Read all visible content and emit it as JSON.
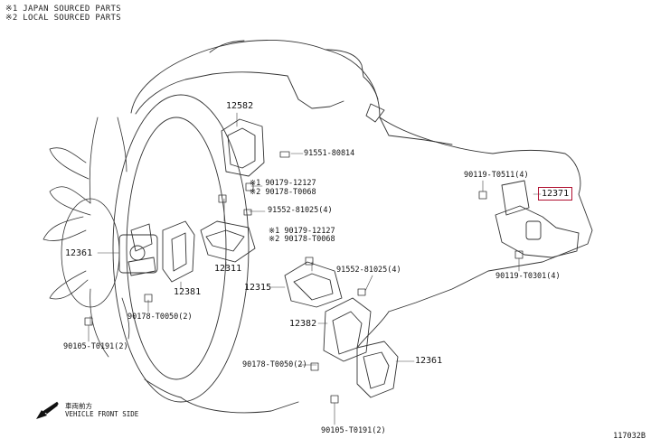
{
  "notes": [
    "※1 JAPAN SOURCED PARTS",
    "※2 LOCAL SOURCED PARTS"
  ],
  "direction": {
    "top": "車両前方",
    "bottom": "VEHICLE FRONT SIDE"
  },
  "callouts": {
    "p12582": "12582",
    "p91551": "91551-80814",
    "p90179a": "※1 90179-12127",
    "p90178a": "※2 90178-T0068",
    "p91552a": "91552-81025(4)",
    "p90179b": "※1 90179-12127",
    "p90178b": "※2 90178-T0068",
    "p12311": "12311",
    "p91552b": "91552-81025(4)",
    "p12315": "12315",
    "p12382": "12382",
    "p12361r": "12361",
    "p90178c": "90178-T0050(2)",
    "p90105b": "90105-T0191(2)",
    "p12361l": "12361",
    "p12381": "12381",
    "p90178d": "90178-T0050(2)",
    "p90105a": "90105-T0191(2)",
    "p90119a": "90119-T0511(4)",
    "p12371": "12371",
    "p90119b": "90119-T0301(4)"
  },
  "diagram_code": "117032B",
  "colors": {
    "highlight_border": "#b01030",
    "line": "#222222"
  }
}
